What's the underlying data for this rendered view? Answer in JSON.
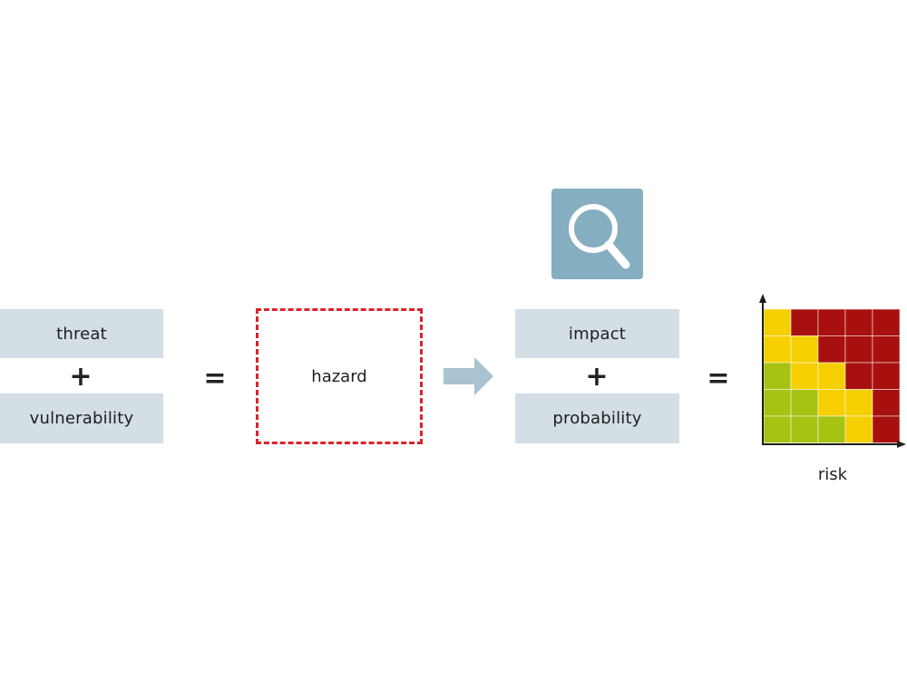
{
  "left_group": {
    "top_label": "threat",
    "operator": "+",
    "bottom_label": "vulnerability"
  },
  "equals_1": "=",
  "hazard_label": "hazard",
  "arrow_icon": "right-arrow-icon",
  "magnifier_icon": "magnifier-icon",
  "right_group": {
    "top_label": "impact",
    "operator": "+",
    "bottom_label": "probability"
  },
  "equals_2": "=",
  "risk": {
    "label": "risk",
    "matrix_rows": [
      [
        "yellow",
        "red",
        "red",
        "red",
        "red"
      ],
      [
        "yellow",
        "yellow",
        "red",
        "red",
        "red"
      ],
      [
        "green",
        "yellow",
        "yellow",
        "red",
        "red"
      ],
      [
        "green",
        "green",
        "yellow",
        "yellow",
        "red"
      ],
      [
        "green",
        "green",
        "green",
        "yellow",
        "red"
      ]
    ],
    "colors": {
      "green": "#a5c312",
      "yellow": "#f6cf00",
      "red": "#a8100f"
    }
  },
  "colors": {
    "box_fill": "#d3dee5",
    "hazard_border": "#d9232d",
    "accent_blue": "#86aec1",
    "arrow": "#a9c3d1"
  }
}
